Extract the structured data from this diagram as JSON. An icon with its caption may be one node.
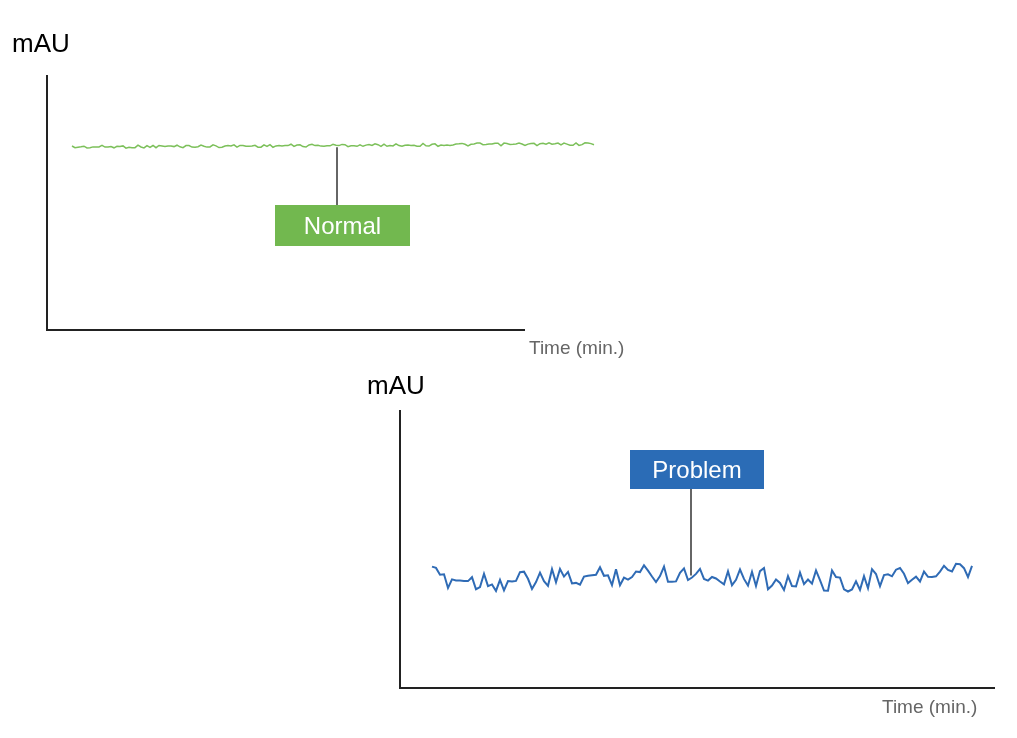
{
  "diagram": {
    "nodes": [
      {
        "text": [
          "Normal"
        ]
      },
      {
        "text": [],
        "shape": "picture"
      },
      {
        "text": [
          "Problem"
        ]
      },
      {
        "text": [],
        "shape": "picture"
      }
    ],
    "edges": [
      {
        "from": 0,
        "to": 1,
        "arrow": "none"
      },
      {
        "from": 2,
        "to": 3,
        "arrow": "none"
      }
    ],
    "labels": [
      "mAU",
      "Time (min.)",
      "mAU",
      "Time (min.)"
    ]
  }
}
